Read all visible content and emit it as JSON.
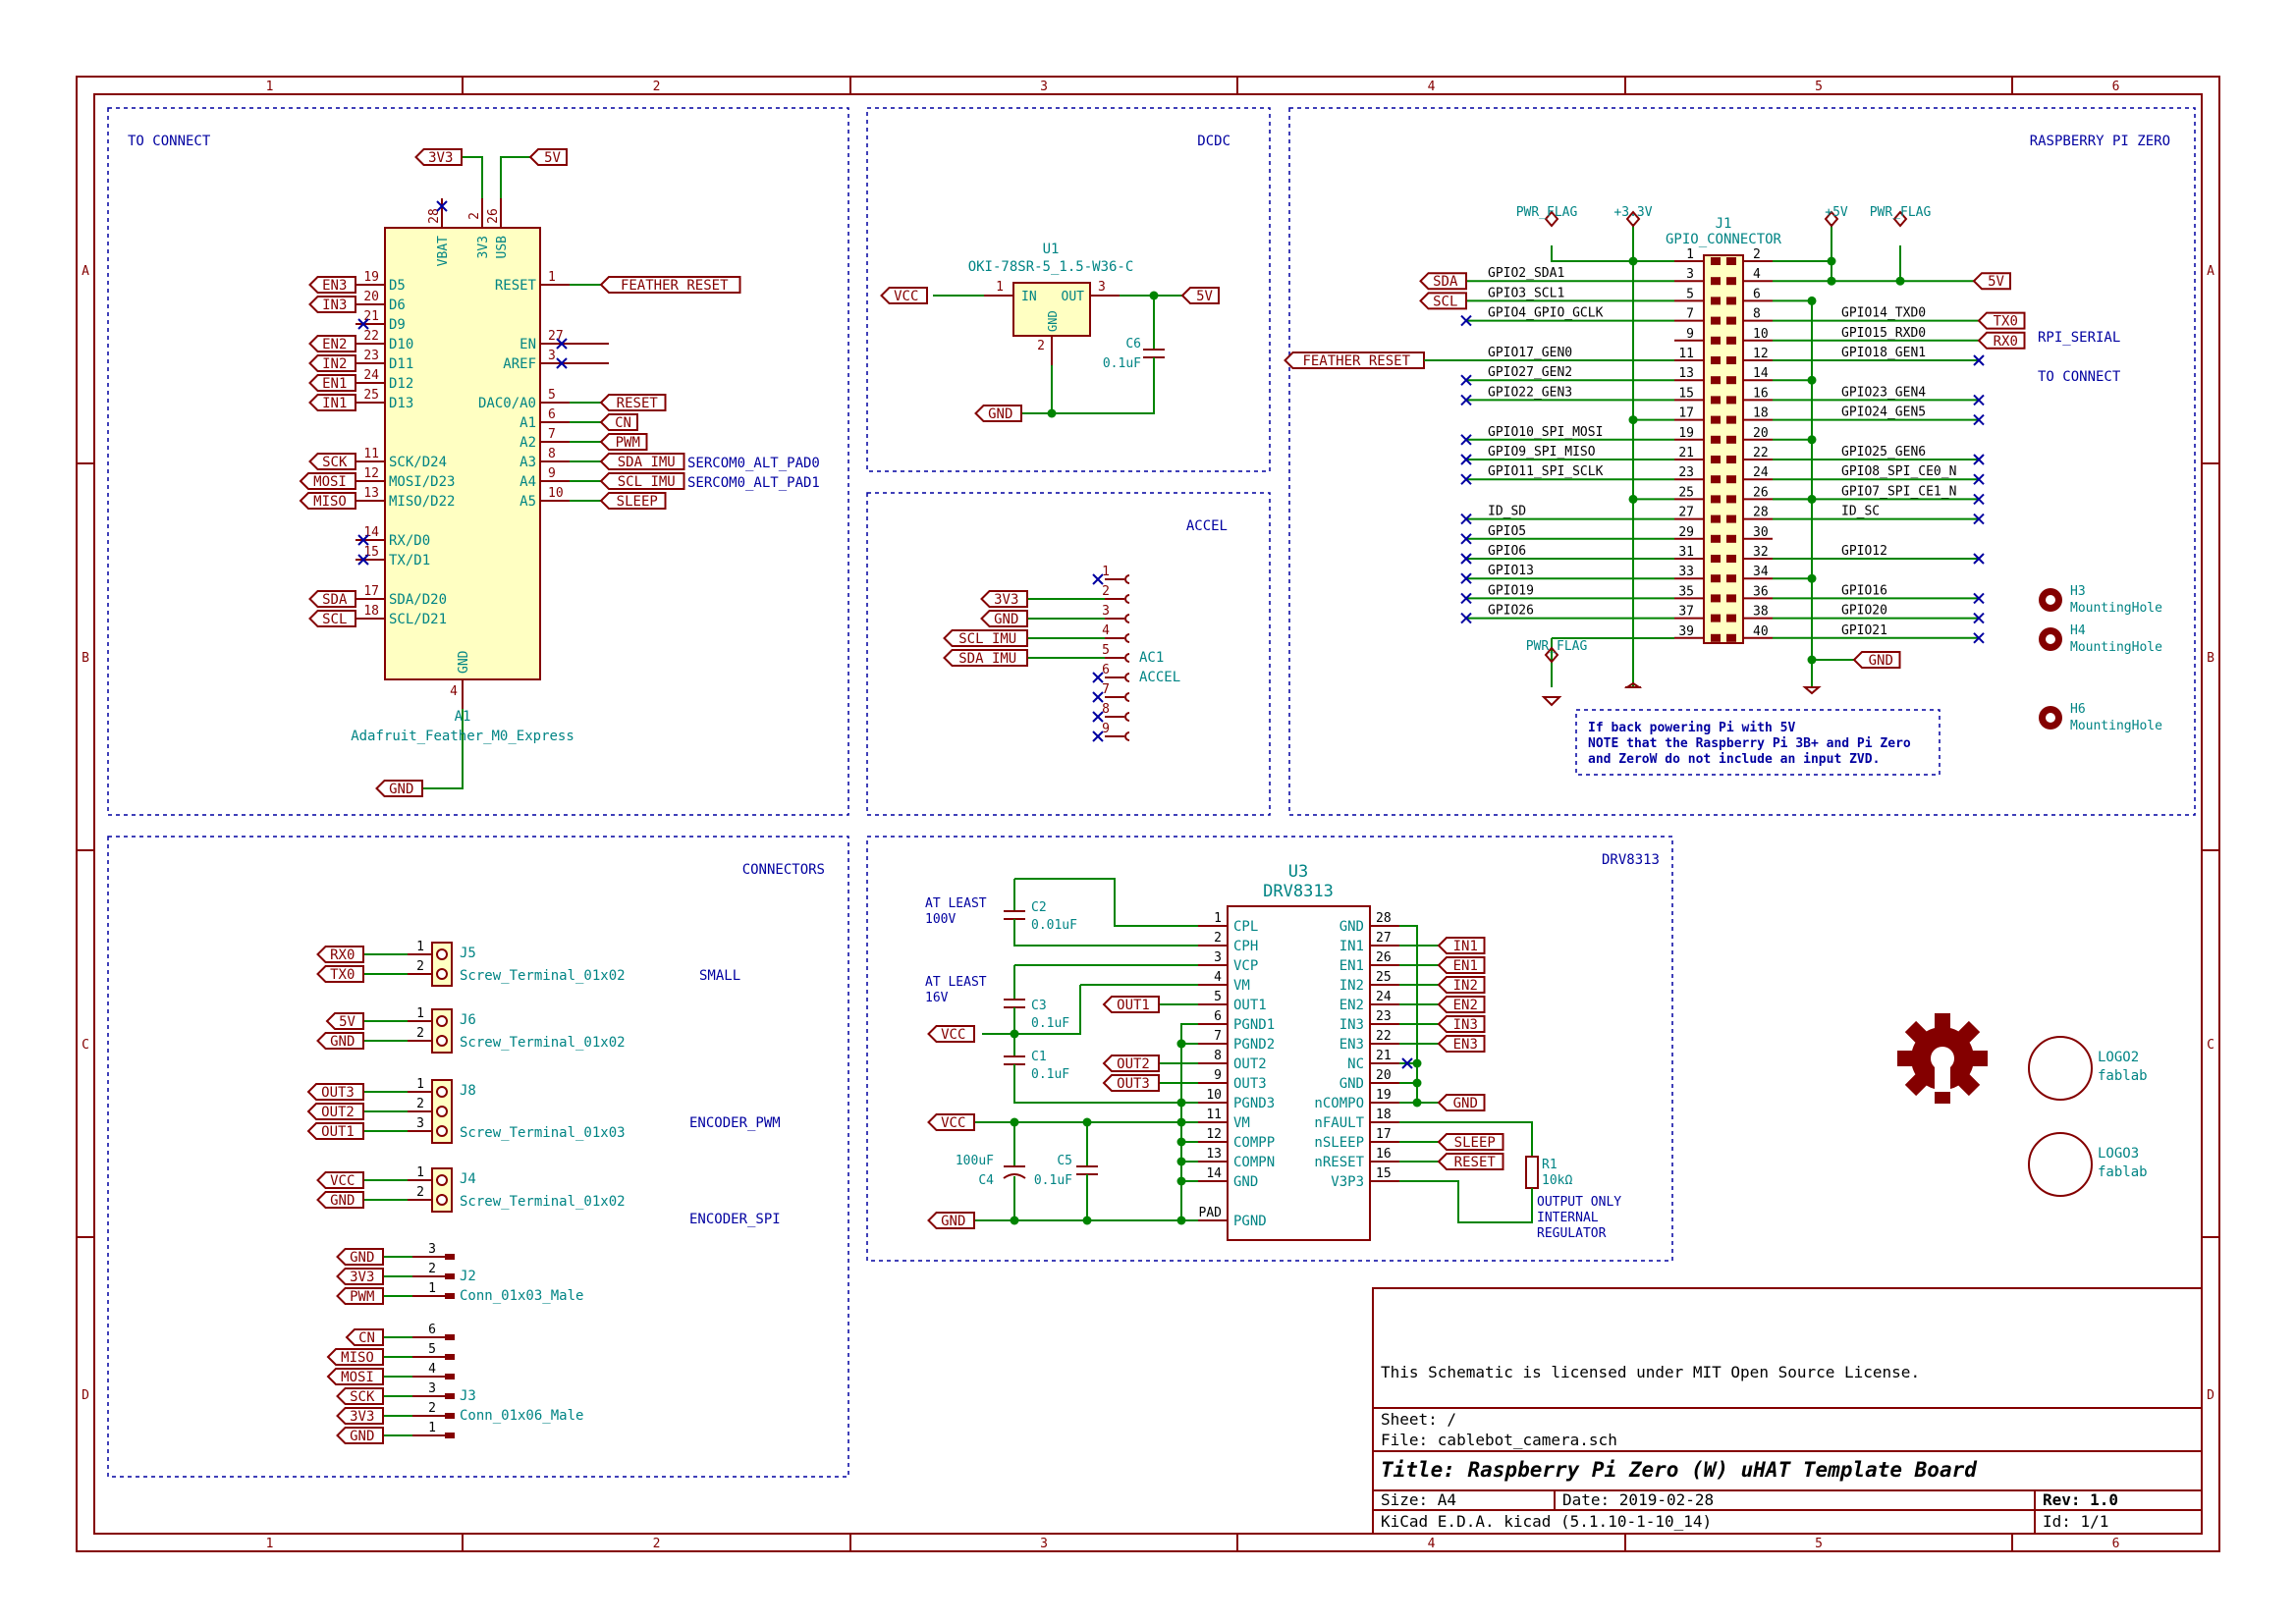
{
  "frame": {
    "columns": [
      "1",
      "2",
      "3",
      "4",
      "5",
      "6"
    ],
    "rows": [
      "A",
      "B",
      "C",
      "D"
    ]
  },
  "sections": {
    "to_connect": "TO CONNECT",
    "dcdc": "DCDC",
    "accel": "ACCEL",
    "raspberry_pi_zero": "RASPBERRY PI ZERO",
    "connectors": "CONNECTORS",
    "drv8313": "DRV8313"
  },
  "feather": {
    "ref": "A1",
    "value": "Adafruit_Feather_M0_Express",
    "top_pins": [
      {
        "num": "28",
        "name": "VBAT"
      },
      {
        "num": "2",
        "name": "3V3"
      },
      {
        "num": "26",
        "name": "USB"
      }
    ],
    "left_pins": [
      {
        "num": "19",
        "name": "D5",
        "net": "EN3"
      },
      {
        "num": "20",
        "name": "D6",
        "net": "IN3"
      },
      {
        "num": "21",
        "name": "D9",
        "net": ""
      },
      {
        "num": "22",
        "name": "D10",
        "net": "EN2"
      },
      {
        "num": "23",
        "name": "D11",
        "net": "IN2"
      },
      {
        "num": "24",
        "name": "D12",
        "net": "EN1"
      },
      {
        "num": "25",
        "name": "D13",
        "net": "IN1"
      },
      {
        "num": "11",
        "name": "SCK/D24",
        "net": "SCK"
      },
      {
        "num": "12",
        "name": "MOSI/D23",
        "net": "MOSI"
      },
      {
        "num": "13",
        "name": "MISO/D22",
        "net": "MISO"
      },
      {
        "num": "14",
        "name": "RX/D0",
        "net": ""
      },
      {
        "num": "15",
        "name": "TX/D1",
        "net": ""
      },
      {
        "num": "17",
        "name": "SDA/D20",
        "net": "SDA"
      },
      {
        "num": "18",
        "name": "SCL/D21",
        "net": "SCL"
      }
    ],
    "right_pins": [
      {
        "num": "1",
        "name": "RESET",
        "net": "FEATHER_RESET"
      },
      {
        "num": "27",
        "name": "EN",
        "net": ""
      },
      {
        "num": "3",
        "name": "AREF",
        "net": ""
      },
      {
        "num": "5",
        "name": "DAC0/A0",
        "net": "RESET"
      },
      {
        "num": "6",
        "name": "A1",
        "net": "CN"
      },
      {
        "num": "7",
        "name": "A2",
        "net": "PWM"
      },
      {
        "num": "8",
        "name": "A3",
        "net": "SDA_IMU"
      },
      {
        "num": "9",
        "name": "A4",
        "net": "SCL_IMU"
      },
      {
        "num": "10",
        "name": "A5",
        "net": "SLEEP"
      }
    ],
    "bottom_pin": {
      "num": "4",
      "name": "GND",
      "net": "GND"
    },
    "top_nets": {
      "v3": "3V3",
      "v5": "5V"
    },
    "notes": [
      "SERCOM0_ALT_PAD0",
      "SERCOM0_ALT_PAD1"
    ]
  },
  "dcdc": {
    "ref": "U1",
    "value": "OKI-78SR-5_1.5-W36-C",
    "pin_in": "IN",
    "pin_out": "OUT",
    "pin_gnd": "GND",
    "pin_nums": [
      "1",
      "3",
      "2"
    ],
    "cap_ref": "C6",
    "cap_val": "0.1uF",
    "net_in": "VCC",
    "net_out": "5V",
    "net_gnd": "GND"
  },
  "accel": {
    "ref": "AC1",
    "value": "ACCEL",
    "pins": [
      "1",
      "2",
      "3",
      "4",
      "5",
      "6",
      "7",
      "8",
      "9"
    ],
    "nets": [
      "",
      "3V3",
      "GND",
      "SCL_IMU",
      "SDA_IMU",
      "",
      "",
      "",
      ""
    ]
  },
  "rpi": {
    "ref": "J1",
    "value": "GPIO_CONNECTOR",
    "flags": [
      "PWR_FLAG",
      "+3.3V",
      "+5V",
      "PWR_FLAG",
      "PWR_FLAG"
    ],
    "left": [
      {
        "num": "1",
        "name": ""
      },
      {
        "num": "3",
        "name": "GPIO2_SDA1"
      },
      {
        "num": "5",
        "name": "GPIO3_SCL1"
      },
      {
        "num": "7",
        "name": "GPIO4_GPIO_GCLK"
      },
      {
        "num": "9",
        "name": ""
      },
      {
        "num": "11",
        "name": "GPIO17_GEN0"
      },
      {
        "num": "13",
        "name": "GPIO27_GEN2"
      },
      {
        "num": "15",
        "name": "GPIO22_GEN3"
      },
      {
        "num": "17",
        "name": ""
      },
      {
        "num": "19",
        "name": "GPIO10_SPI_MOSI"
      },
      {
        "num": "21",
        "name": "GPIO9_SPI_MISO"
      },
      {
        "num": "23",
        "name": "GPIO11_SPI_SCLK"
      },
      {
        "num": "25",
        "name": ""
      },
      {
        "num": "27",
        "name": "ID_SD"
      },
      {
        "num": "29",
        "name": "GPIO5"
      },
      {
        "num": "31",
        "name": "GPIO6"
      },
      {
        "num": "33",
        "name": "GPIO13"
      },
      {
        "num": "35",
        "name": "GPIO19"
      },
      {
        "num": "37",
        "name": "GPIO26"
      },
      {
        "num": "39",
        "name": ""
      }
    ],
    "right": [
      {
        "num": "2",
        "name": ""
      },
      {
        "num": "4",
        "name": ""
      },
      {
        "num": "6",
        "name": ""
      },
      {
        "num": "8",
        "name": "GPIO14_TXD0"
      },
      {
        "num": "10",
        "name": "GPIO15_RXD0"
      },
      {
        "num": "12",
        "name": "GPIO18_GEN1"
      },
      {
        "num": "14",
        "name": ""
      },
      {
        "num": "16",
        "name": "GPIO23_GEN4"
      },
      {
        "num": "18",
        "name": "GPIO24_GEN5"
      },
      {
        "num": "20",
        "name": ""
      },
      {
        "num": "22",
        "name": "GPIO25_GEN6"
      },
      {
        "num": "24",
        "name": "GPIO8_SPI_CE0_N"
      },
      {
        "num": "26",
        "name": "GPIO7_SPI_CE1_N"
      },
      {
        "num": "28",
        "name": "ID_SC"
      },
      {
        "num": "30",
        "name": ""
      },
      {
        "num": "32",
        "name": "GPIO12"
      },
      {
        "num": "34",
        "name": ""
      },
      {
        "num": "36",
        "name": "GPIO16"
      },
      {
        "num": "38",
        "name": "GPIO20"
      },
      {
        "num": "40",
        "name": "GPIO21"
      }
    ],
    "nets": {
      "sda": "SDA",
      "scl": "SCL",
      "feather_reset": "FEATHER_RESET",
      "v5": "5V",
      "tx": "TX0",
      "rx": "RX0",
      "gnd": "GND"
    },
    "rpi_serial": "RPI_SERIAL",
    "to_connect": "TO CONNECT",
    "note": [
      "If back powering Pi with 5V",
      "NOTE that the Raspberry Pi 3B+ and Pi Zero",
      "and ZeroW do not include an input ZVD."
    ],
    "holes": [
      {
        "ref": "H3",
        "value": "MountingHole"
      },
      {
        "ref": "H4",
        "value": "MountingHole"
      },
      {
        "ref": "H6",
        "value": "MountingHole"
      }
    ]
  },
  "connectors": {
    "items": [
      {
        "ref": "J5",
        "value": "Screw_Terminal_01x02",
        "nets": [
          "RX0",
          "TX0"
        ],
        "pins": [
          "1",
          "2"
        ]
      },
      {
        "ref": "J6",
        "value": "Screw_Terminal_01x02",
        "nets": [
          "5V",
          "GND"
        ],
        "pins": [
          "1",
          "2"
        ]
      },
      {
        "ref": "J8",
        "value": "Screw_Terminal_01x03",
        "nets": [
          "OUT3",
          "OUT2",
          "OUT1"
        ],
        "pins": [
          "1",
          "2",
          "3"
        ]
      },
      {
        "ref": "J4",
        "value": "Screw_Terminal_01x02",
        "nets": [
          "VCC",
          "GND"
        ],
        "pins": [
          "1",
          "2"
        ]
      },
      {
        "ref": "J2",
        "value": "Conn_01x03_Male",
        "nets": [
          "GND",
          "3V3",
          "PWM"
        ],
        "pins": [
          "3",
          "2",
          "1"
        ]
      },
      {
        "ref": "J3",
        "value": "Conn_01x06_Male",
        "nets": [
          "CN",
          "MISO",
          "MOSI",
          "SCK",
          "3V3",
          "GND"
        ],
        "pins": [
          "6",
          "5",
          "4",
          "3",
          "2",
          "1"
        ]
      }
    ],
    "notes": [
      "SMALL",
      "ENCODER_PWM",
      "ENCODER_SPI"
    ]
  },
  "drv": {
    "ref": "U3",
    "value": "DRV8313",
    "left": [
      {
        "num": "1",
        "name": "CPL"
      },
      {
        "num": "2",
        "name": "CPH"
      },
      {
        "num": "3",
        "name": "VCP"
      },
      {
        "num": "4",
        "name": "VM"
      },
      {
        "num": "5",
        "name": "OUT1"
      },
      {
        "num": "6",
        "name": "PGND1"
      },
      {
        "num": "7",
        "name": "PGND2"
      },
      {
        "num": "8",
        "name": "OUT2"
      },
      {
        "num": "9",
        "name": "OUT3"
      },
      {
        "num": "10",
        "name": "PGND3"
      },
      {
        "num": "11",
        "name": "VM"
      },
      {
        "num": "12",
        "name": "COMPP"
      },
      {
        "num": "13",
        "name": "COMPN"
      },
      {
        "num": "14",
        "name": "GND"
      },
      {
        "num": "PAD",
        "name": "PGND"
      }
    ],
    "right": [
      {
        "num": "28",
        "name": "GND"
      },
      {
        "num": "27",
        "name": "IN1",
        "net": "IN1"
      },
      {
        "num": "26",
        "name": "EN1",
        "net": "EN1"
      },
      {
        "num": "25",
        "name": "IN2",
        "net": "IN2"
      },
      {
        "num": "24",
        "name": "EN2",
        "net": "EN2"
      },
      {
        "num": "23",
        "name": "IN3",
        "net": "IN3"
      },
      {
        "num": "22",
        "name": "EN3",
        "net": "EN3"
      },
      {
        "num": "21",
        "name": "NC",
        "net": ""
      },
      {
        "num": "20",
        "name": "GND",
        "net": ""
      },
      {
        "num": "19",
        "name": "nCOMPO",
        "net": "GND"
      },
      {
        "num": "18",
        "name": "nFAULT",
        "net": ""
      },
      {
        "num": "17",
        "name": "nSLEEP",
        "net": "SLEEP"
      },
      {
        "num": "16",
        "name": "nRESET",
        "net": "RESET"
      },
      {
        "num": "15",
        "name": "V3P3",
        "net": ""
      }
    ],
    "caps": [
      {
        "ref": "C2",
        "val": "0.01uF"
      },
      {
        "ref": "C3",
        "val": "0.1uF"
      },
      {
        "ref": "C1",
        "val": "0.1uF"
      },
      {
        "ref": "C4",
        "val": "100uF"
      },
      {
        "ref": "C5",
        "val": "0.1uF"
      }
    ],
    "res": {
      "ref": "R1",
      "val": "10kΩ"
    },
    "notes": {
      "c2": [
        "AT LEAST",
        "100V"
      ],
      "c3": [
        "AT LEAST",
        "16V"
      ],
      "v3p3": [
        "OUTPUT ONLY",
        "INTERNAL",
        "REGULATOR"
      ]
    },
    "nets": {
      "vcc": "VCC",
      "gnd": "GND",
      "out1": "OUT1",
      "out2": "OUT2",
      "out3": "OUT3"
    }
  },
  "logos": [
    {
      "ref": "LOGO2",
      "value": "fablab"
    },
    {
      "ref": "LOGO3",
      "value": "fablab"
    }
  ],
  "title_block": {
    "license": "This Schematic is licensed under MIT Open Source License.",
    "sheet": "Sheet: /",
    "file": "File: cablebot_camera.sch",
    "title": "Title: Raspberry Pi Zero (W) uHAT Template Board",
    "size": "Size: A4",
    "date": "Date: 2019-02-28",
    "rev": "Rev: 1.0",
    "tool": "KiCad E.D.A.  kicad (5.1.10-1-10_14)",
    "id": "Id: 1/1"
  }
}
